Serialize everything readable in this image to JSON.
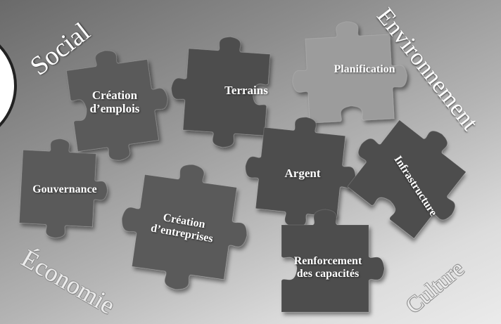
{
  "colors": {
    "piece_dark": "#4d4d4d",
    "piece_medium": "#5a5a5a",
    "piece_light": "#9c9c9c",
    "label_text": "#ffffff"
  },
  "pieces": [
    {
      "id": "creation-emplois",
      "label": "Création\nd’emplois",
      "shade": "piece_medium"
    },
    {
      "id": "terrains",
      "label": "Terrains",
      "shade": "piece_dark"
    },
    {
      "id": "planification",
      "label": "Planification",
      "shade": "piece_light"
    },
    {
      "id": "gouvernance",
      "label": "Gouvernance",
      "shade": "piece_medium"
    },
    {
      "id": "argent",
      "label": "Argent",
      "shade": "piece_dark"
    },
    {
      "id": "infrastructure",
      "label": "Infrastructure",
      "shade": "piece_dark"
    },
    {
      "id": "creation-entreprises",
      "label": "Création\nd’entreprises",
      "shade": "piece_medium"
    },
    {
      "id": "renforcement-capacites",
      "label": "Renforcement\ndes capacités",
      "shade": "piece_dark"
    }
  ],
  "corners": {
    "social": "Social",
    "environnement": "Environnement",
    "economie": "Économie",
    "culture": "Culture"
  }
}
